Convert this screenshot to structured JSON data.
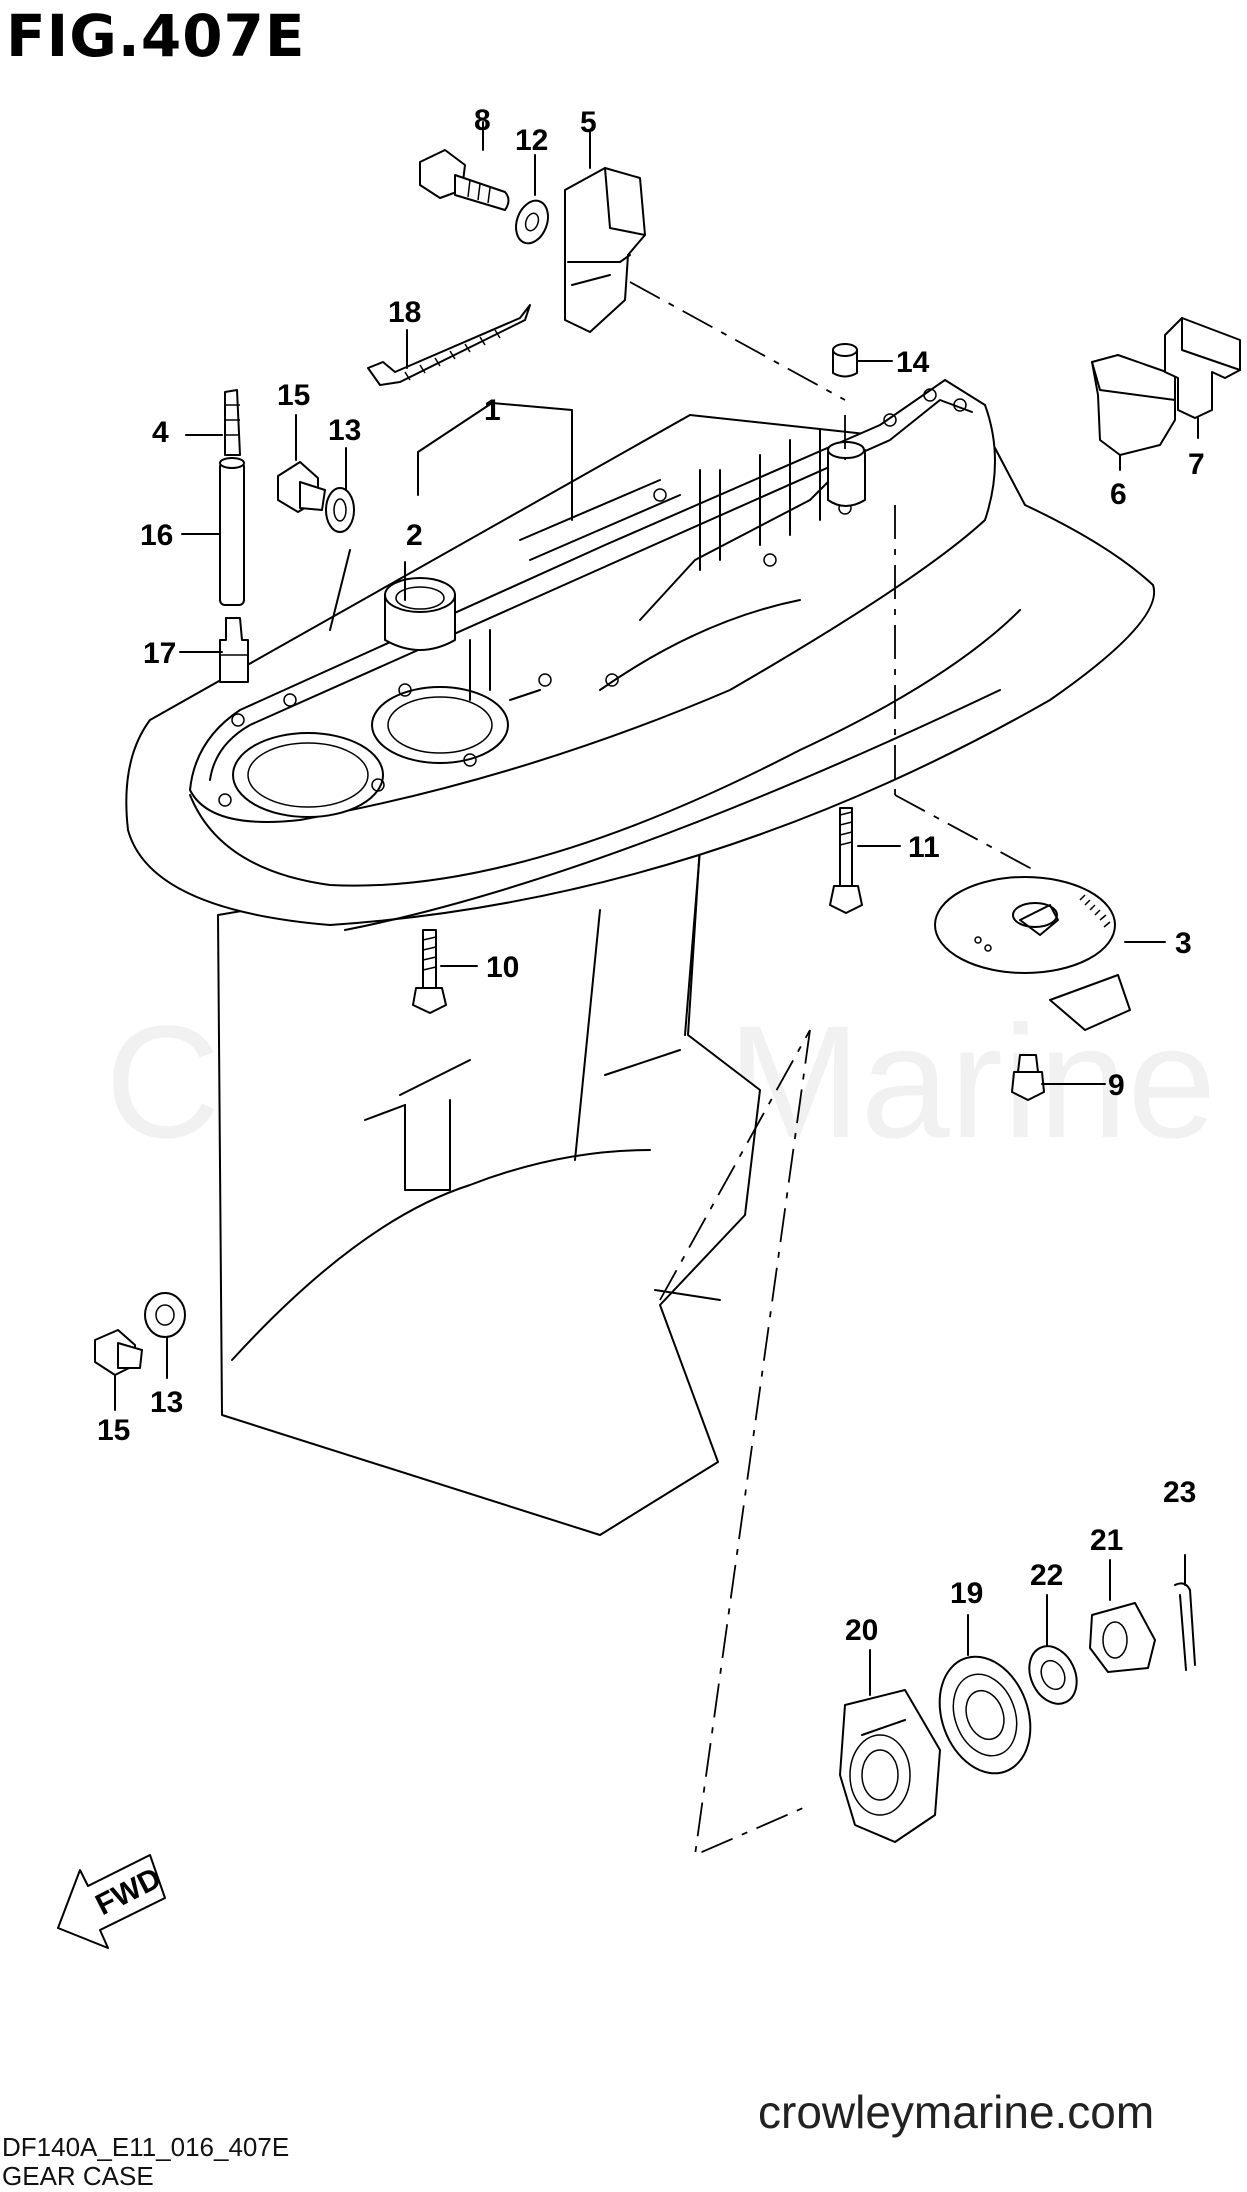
{
  "figure": {
    "title": "FIG.407E",
    "code": "DF140A_E11_016_407E",
    "name": "GEAR CASE"
  },
  "brand": {
    "watermark": "Crowley Marine",
    "site": "crowleymarine.com"
  },
  "fwd_label": "FWD",
  "callouts": {
    "c1": "1",
    "c2": "2",
    "c3": "3",
    "c4": "4",
    "c5": "5",
    "c6": "6",
    "c7": "7",
    "c8": "8",
    "c9": "9",
    "c10": "10",
    "c11": "11",
    "c12": "12",
    "c13a": "13",
    "c13b": "13",
    "c14": "14",
    "c15a": "15",
    "c15b": "15",
    "c16": "16",
    "c17": "17",
    "c18": "18",
    "c19": "19",
    "c20": "20",
    "c21": "21",
    "c22": "22",
    "c23": "23"
  }
}
